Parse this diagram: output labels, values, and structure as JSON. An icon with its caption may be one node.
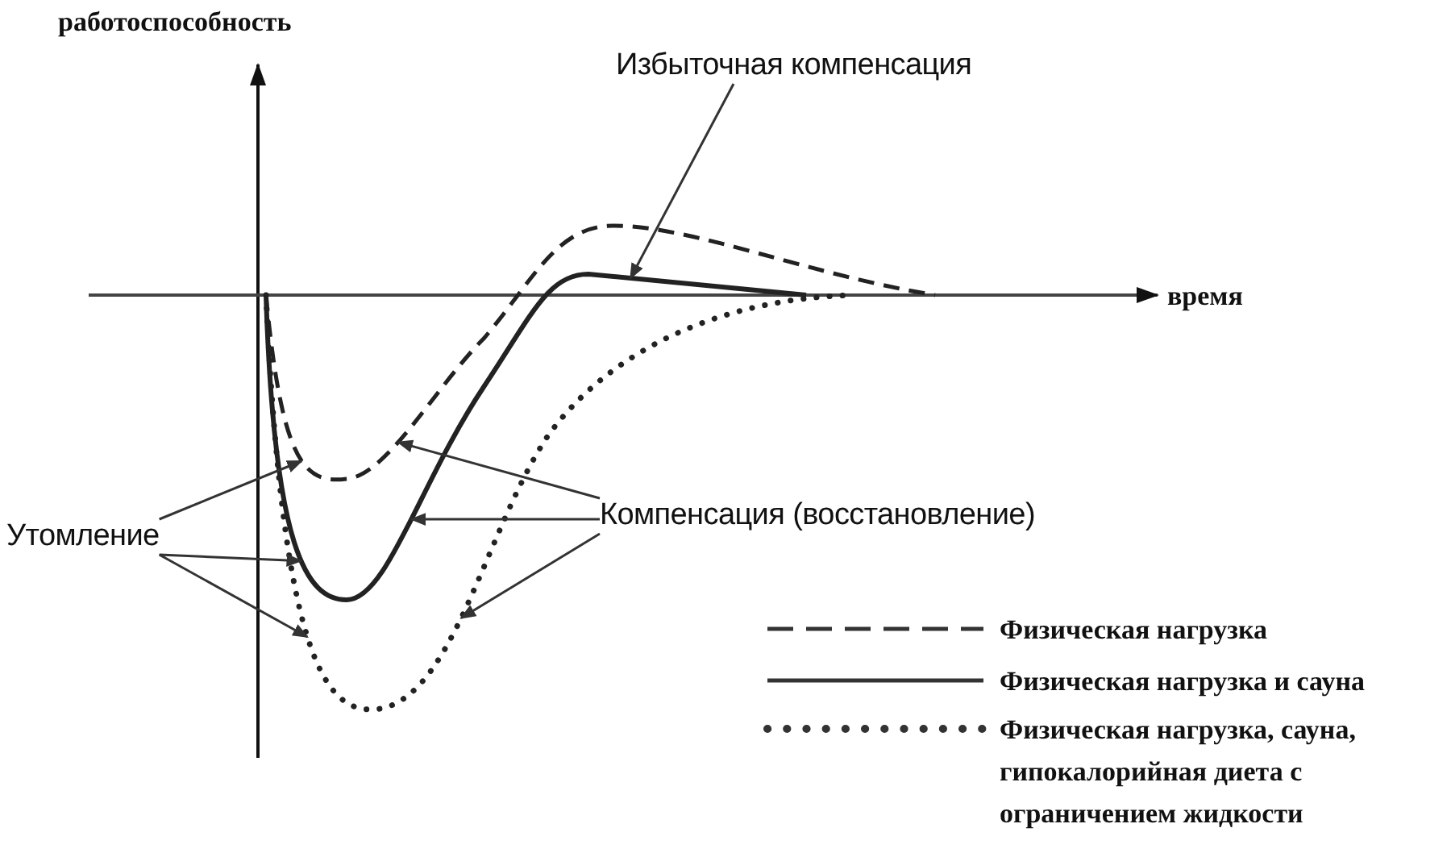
{
  "diagram": {
    "nodes": [
      {
        "text": [
          "Избыточная компенсация"
        ]
      },
      {
        "text": [
          "Утомление"
        ]
      },
      {
        "text": [
          "Компенсация (восстановление)"
        ]
      },
      {
        "text": [],
        "shape": "curve"
      },
      {
        "text": [],
        "shape": "curve"
      },
      {
        "text": [],
        "shape": "curve"
      }
    ],
    "edges": [
      {
        "from": 0,
        "to": 4,
        "arrow": "to"
      },
      {
        "from": 1,
        "to": 3,
        "arrow": "to"
      },
      {
        "from": 1,
        "to": 4,
        "arrow": "to"
      },
      {
        "from": 1,
        "to": 5,
        "arrow": "to"
      },
      {
        "from": 2,
        "to": 3,
        "arrow": "to"
      },
      {
        "from": 2,
        "to": 4,
        "arrow": "to"
      },
      {
        "from": 2,
        "to": 5,
        "arrow": "to"
      }
    ],
    "labels": [
      "работоспособность",
      "время"
    ],
    "legend": [
      {
        "text": "Физическая нагрузка"
      },
      {
        "text": "Физическая нагрузка и сауна"
      },
      {
        "text": "Физическая нагрузка, сауна, гипокалорийная диета с ограничением жидкости"
      }
    ]
  }
}
